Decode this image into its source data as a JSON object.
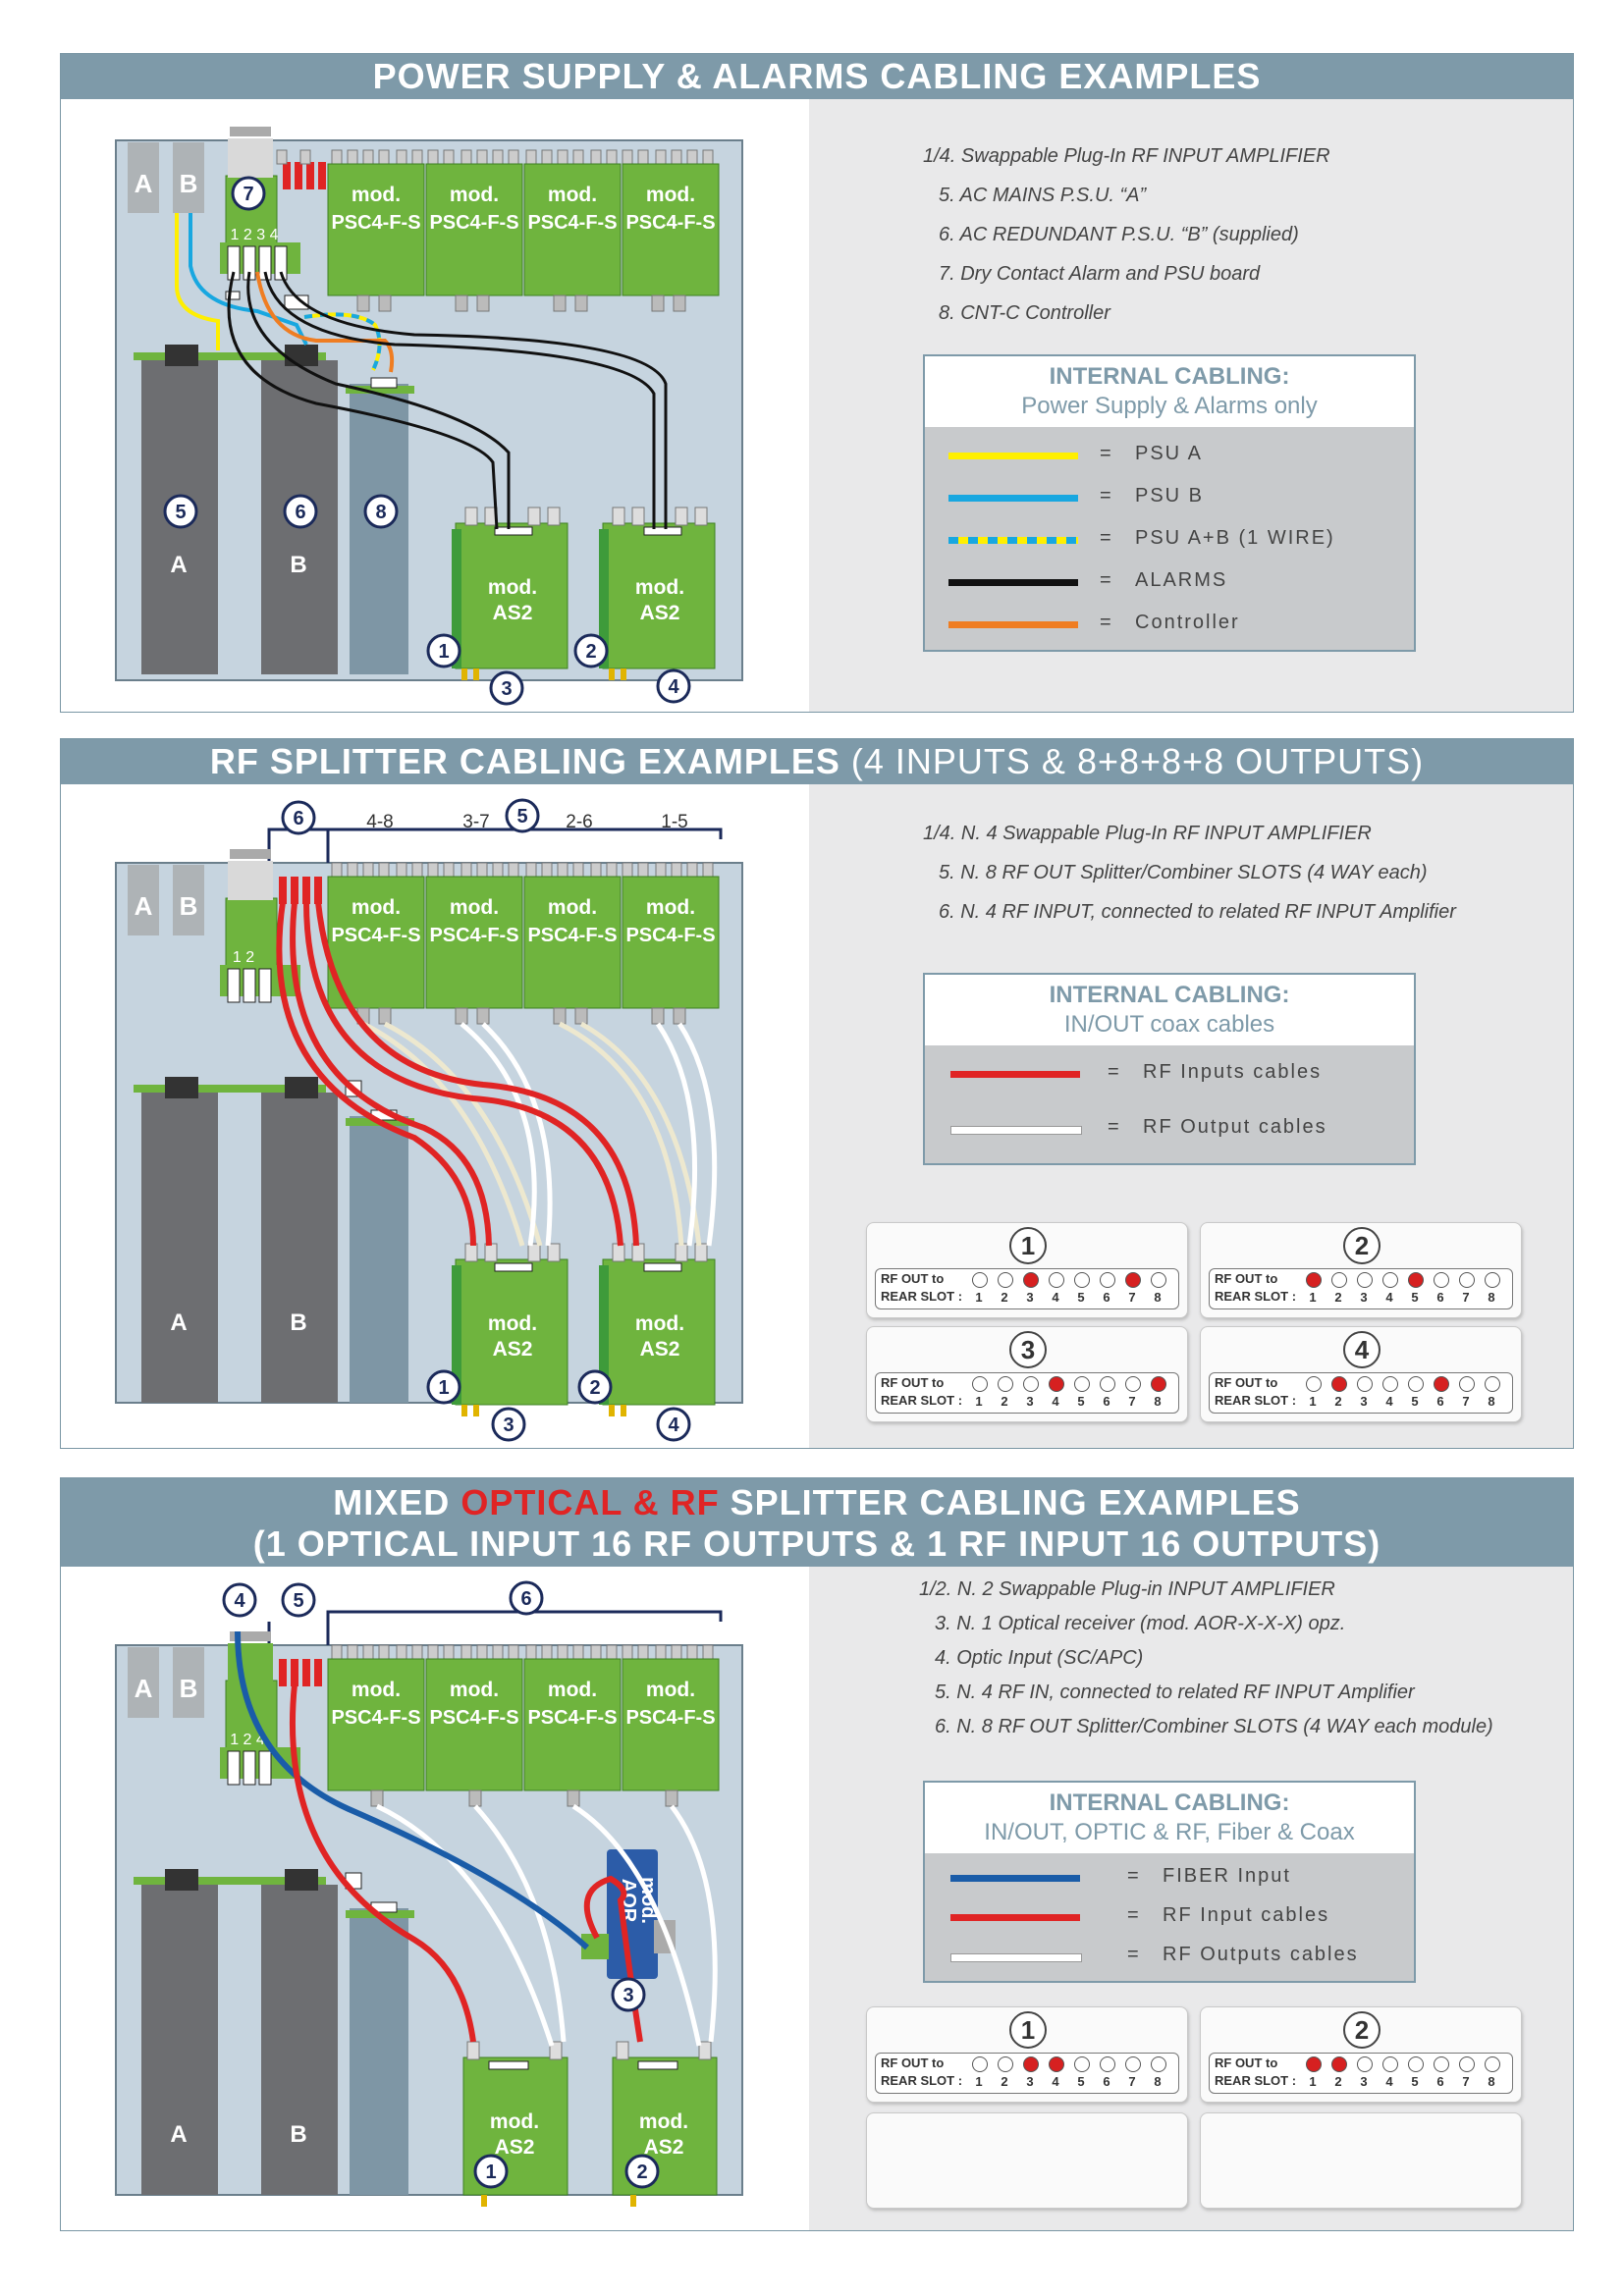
{
  "sections": [
    {
      "title": "POWER SUPPLY & ALARMS CABLING EXAMPLES",
      "legend": [
        "1/4.  Swappable Plug-In RF INPUT AMPLIFIER",
        "5.  AC MAINS P.S.U. “A”",
        "6.  AC REDUNDANT P.S.U. “B” (supplied)",
        "7.  Dry Contact Alarm and PSU board",
        "8. CNT-C Controller"
      ],
      "cabling": {
        "title": "INTERNAL CABLING:",
        "subtitle": "Power Supply & Alarms only",
        "rows": [
          {
            "label": "PSU A",
            "color": "#ffef00"
          },
          {
            "label": "PSU B",
            "color": "#18a7e0"
          },
          {
            "label": "PSU A+B (1 WIRE)",
            "color": "dashed"
          },
          {
            "label": "ALARMS",
            "color": "#111111"
          },
          {
            "label": "Controller",
            "color": "#ef7d22"
          }
        ]
      },
      "diagram": {
        "psu_tabs": [
          "A",
          "B"
        ],
        "modules": [
          "mod.",
          "PSC4-F-S"
        ],
        "amp_modules": [
          "mod.",
          "AS2"
        ],
        "numbers": [
          "1",
          "2",
          "3",
          "4",
          "5",
          "6",
          "7",
          "8"
        ],
        "connector_labels": "1 2 3 4",
        "psu_labels": [
          "A",
          "B"
        ]
      }
    },
    {
      "title": "RF SPLITTER CABLING EXAMPLES",
      "title_suffix": " (4 INPUTS & 8+8+8+8 OUTPUTS)",
      "legend": [
        "1/4.  N. 4 Swappable Plug-In RF INPUT AMPLIFIER",
        "5.  N. 8 RF OUT Splitter/Combiner SLOTS (4 WAY each)",
        "6.  N. 4 RF INPUT, connected to related RF INPUT Amplifier"
      ],
      "cabling": {
        "title": "INTERNAL CABLING:",
        "subtitle": "IN/OUT coax cables",
        "rows": [
          {
            "label": "RF Inputs cables",
            "color": "#e02424"
          },
          {
            "label": "RF Output cables",
            "color": "#ffffff"
          }
        ]
      },
      "diagram": {
        "slot_groups": [
          "4-8",
          "3-7",
          "2-6",
          "1-5"
        ],
        "connector_labels": "1 2"
      },
      "slot_cards": [
        {
          "num": "1",
          "on": [
            3,
            7
          ]
        },
        {
          "num": "2",
          "on": [
            1,
            5
          ]
        },
        {
          "num": "3",
          "on": [
            4,
            8
          ]
        },
        {
          "num": "4",
          "on": [
            2,
            6
          ]
        }
      ]
    },
    {
      "title_line1_pre": "MIXED ",
      "title_line1_red": "OPTICAL & RF",
      "title_line1_post": "  SPLITTER CABLING EXAMPLES",
      "title_line2": "(1 OPTICAL INPUT  16 RF OUTPUTS & 1 RF INPUT  16 OUTPUTS)",
      "legend": [
        "1/2.  N. 2 Swappable Plug-in INPUT AMPLIFIER",
        "3.  N. 1 Optical receiver (mod. AOR-X-X-X) opz.",
        "4.  Optic Input (SC/APC)",
        "5.  N. 4 RF IN, connected to related RF INPUT Amplifier",
        "6.  N. 8 RF OUT Splitter/Combiner SLOTS (4 WAY each module)"
      ],
      "cabling": {
        "title": "INTERNAL CABLING:",
        "subtitle": "IN/OUT, OPTIC & RF, Fiber & Coax",
        "rows": [
          {
            "label": "FIBER Input",
            "color": "#1a5ca8"
          },
          {
            "label": "RF Input cables",
            "color": "#e02424"
          },
          {
            "label": "RF Outputs cables",
            "color": "#ffffff"
          }
        ]
      },
      "diagram": {
        "aor_label": [
          "mod.",
          "AOR"
        ],
        "connector_labels": "1 2  4"
      },
      "slot_cards": [
        {
          "num": "1",
          "on": [
            3,
            4
          ]
        },
        {
          "num": "2",
          "on": [
            1,
            2
          ]
        }
      ]
    }
  ],
  "slot_card_text": {
    "rf_out": "RF OUT to",
    "rear_slot": "REAR SLOT :",
    "numbers": [
      "1",
      "2",
      "3",
      "4",
      "5",
      "6",
      "7",
      "8"
    ]
  }
}
